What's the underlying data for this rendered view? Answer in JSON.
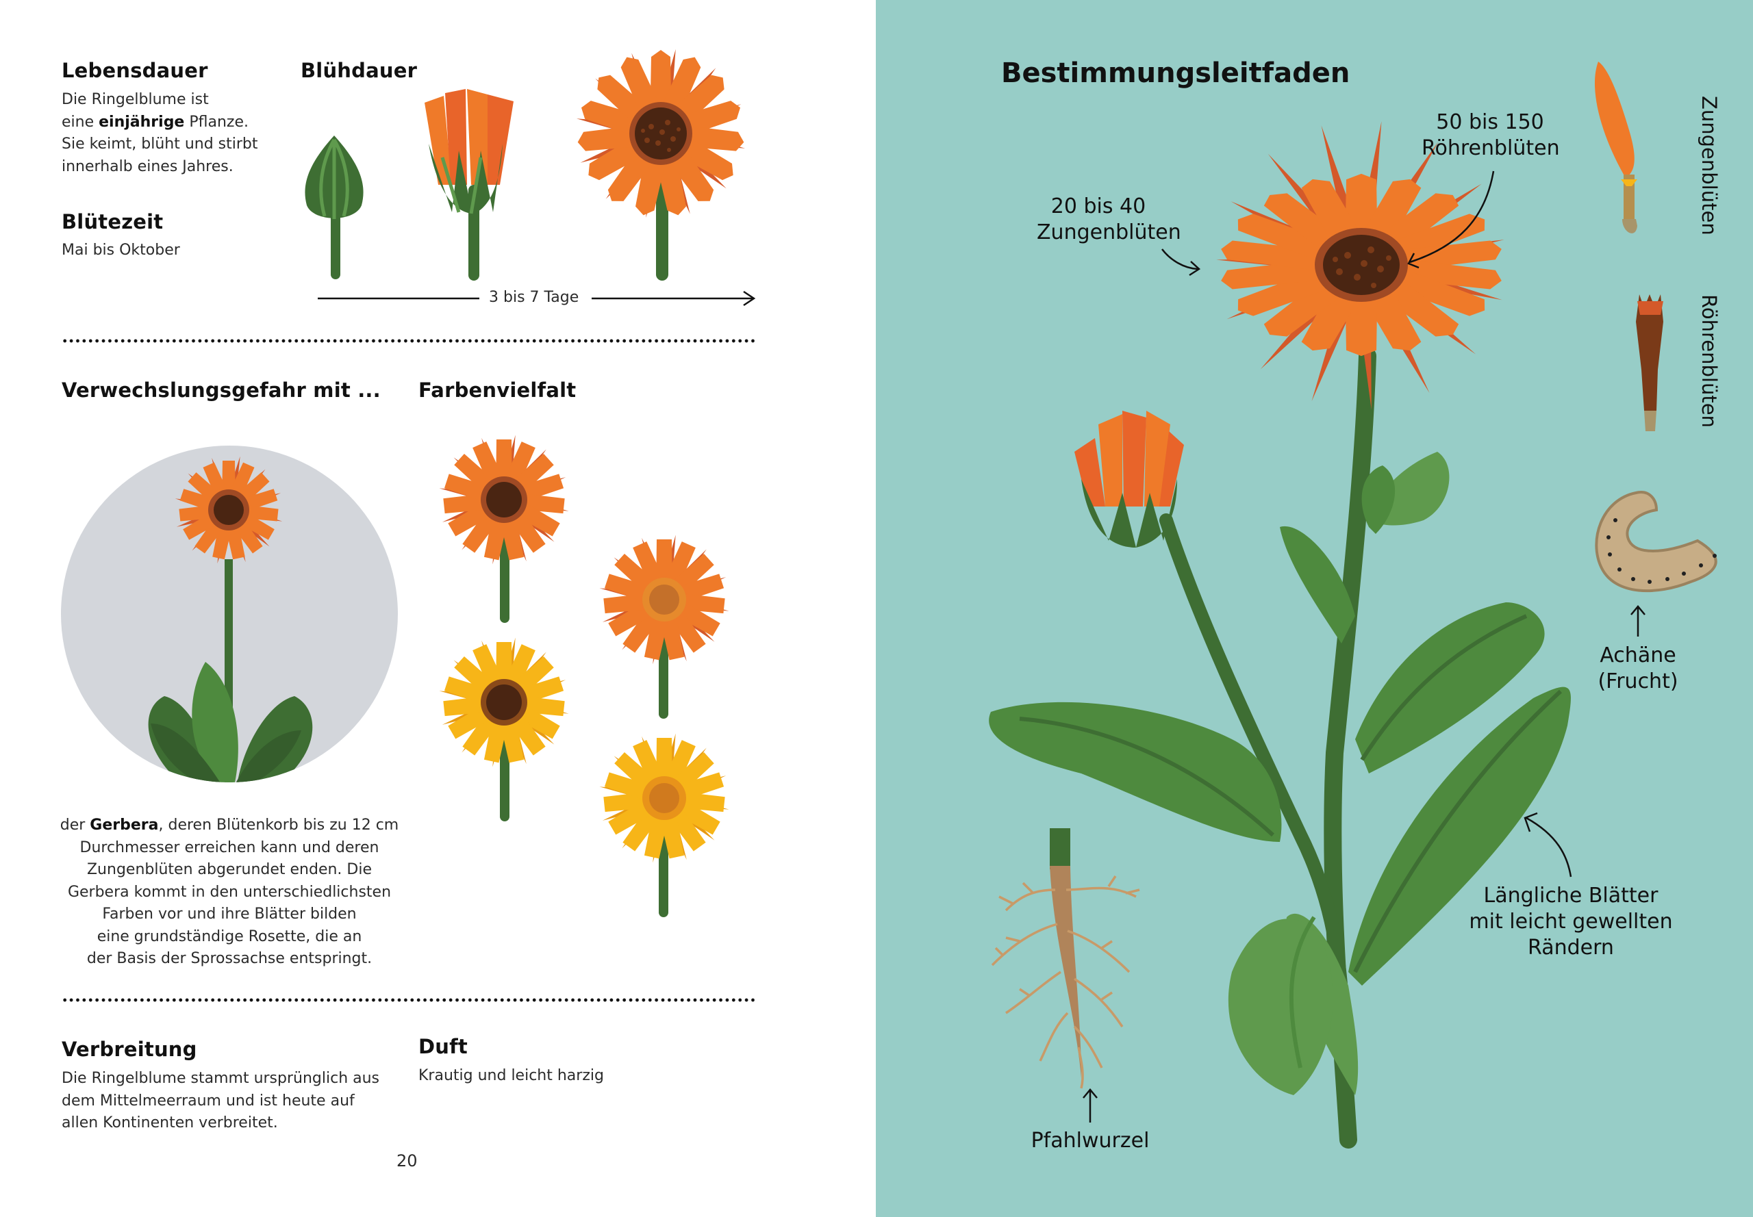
{
  "left": {
    "lifespan": {
      "heading": "Lebensdauer",
      "lines": [
        "Die Ringelblume ist",
        "Pflanze.",
        "Sie keimt, blüht und stirbt",
        "innerhalb eines Jahres."
      ],
      "line2_prefix": "eine ",
      "line2_bold": "einjährige",
      "line2_suffix": " Pflanze."
    },
    "bloom_time": {
      "heading": "Blütezeit",
      "text": "Mai bis Oktober"
    },
    "bloom_duration": {
      "heading": "Blühdauer",
      "arrow_label": "3 bis 7 Tage"
    },
    "confusion": {
      "heading": "Verwechslungsgefahr mit ...",
      "intro": "der ",
      "bold": "Gerbera",
      "line1_rest": ", deren Blütenkorb bis zu 12 cm",
      "lines": [
        "Durchmesser erreichen kann und deren",
        "Zungenblüten abgerundet enden. Die",
        "Gerbera kommt in den unterschiedlichsten",
        "Farben vor und ihre Blätter bilden",
        "eine grundständige Rosette, die an",
        "der Basis der Sprossachse entspringt."
      ]
    },
    "color_variety": {
      "heading": "Farbenvielfalt"
    },
    "distribution": {
      "heading": "Verbreitung",
      "lines": [
        "Die Ringelblume stammt ursprünglich aus",
        "dem Mittelmeerraum und ist heute auf",
        "allen Kontinenten verbreitet."
      ]
    },
    "scent": {
      "heading": "Duft",
      "text": "Krautig und leicht harzig"
    },
    "page_number": "20"
  },
  "right": {
    "title": "Bestimmungsleitfaden",
    "ray_florets_count": [
      "20 bis 40",
      "Zungenblüten"
    ],
    "disc_florets_count": [
      "50 bis 150",
      "Röhrenblüten"
    ],
    "side_label_ray": "Zungenblüten",
    "side_label_disc": "Röhrenblüten",
    "achene": [
      "Achäne",
      "(Frucht)"
    ],
    "leaves": [
      "Längliche Blätter",
      "mit leicht gewellten",
      "Rändern"
    ],
    "taproot": "Pfahlwurzel"
  },
  "colors": {
    "background_right": "#97cdc7",
    "orange": "#ef7a29",
    "orange_dark": "#d4592a",
    "yellow": "#f7b518",
    "stem": "#3e6e33",
    "leaf": "#4e8a3e",
    "center": "#4a2512",
    "circle_bg": "#d3d6db"
  }
}
